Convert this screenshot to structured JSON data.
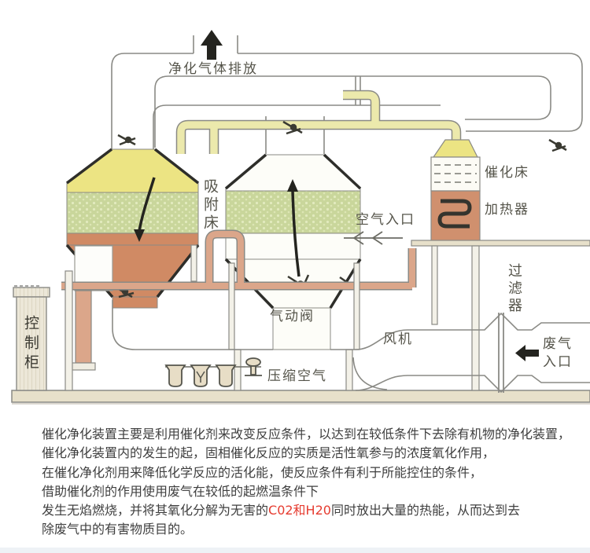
{
  "diagram": {
    "labels": {
      "exhaust": "净化气体排放",
      "adsorption_bed": "吸附床",
      "air_inlet": "空气入口",
      "catalyst_bed": "催化床",
      "heater": "加热器",
      "filter": "过滤器",
      "fan": "风机",
      "waste_gas_top": "废气",
      "waste_gas_bottom": "入口",
      "pneumatic_valve": "气动阀",
      "compressed_air": "压缩空气",
      "control_cabinet": "控制柜"
    },
    "colors": {
      "vessel_yellow": "#ece483",
      "green_band": "#c9d69b",
      "orange_hopper": "#d08a64",
      "heater_salmon": "#d0906e",
      "pipe_yellow": "#ece9ac",
      "pipe_salmon": "#dba68a",
      "ground": "#e7e0ca",
      "outline_gray": "#8a8a85",
      "outline_dark": "#2e2e2a"
    }
  },
  "description": {
    "lines": [
      "催化净化装置主要是利用催化剂来改变反应条件，以达到在较低条件下去除有机物的净化装置，",
      "催化净化装置内的发生的起，固相催化反应的实质是活性氧参与的浓度氧化作用，",
      "在催化净化剂用来降低化学反应的活化能，使反应条件有利于所能控住的条件，",
      "借助催化剂的作用使用废气在较低的起燃温条件下",
      "除废气中的有害物质目的。"
    ],
    "line5_prefix": "发生无焰燃烧，并将其氧化分解为无害的",
    "line5_highlight": "C02和H20",
    "line5_suffix": "同时放出大量的热能，从而达到去",
    "highlight_color": "#e63c30"
  }
}
